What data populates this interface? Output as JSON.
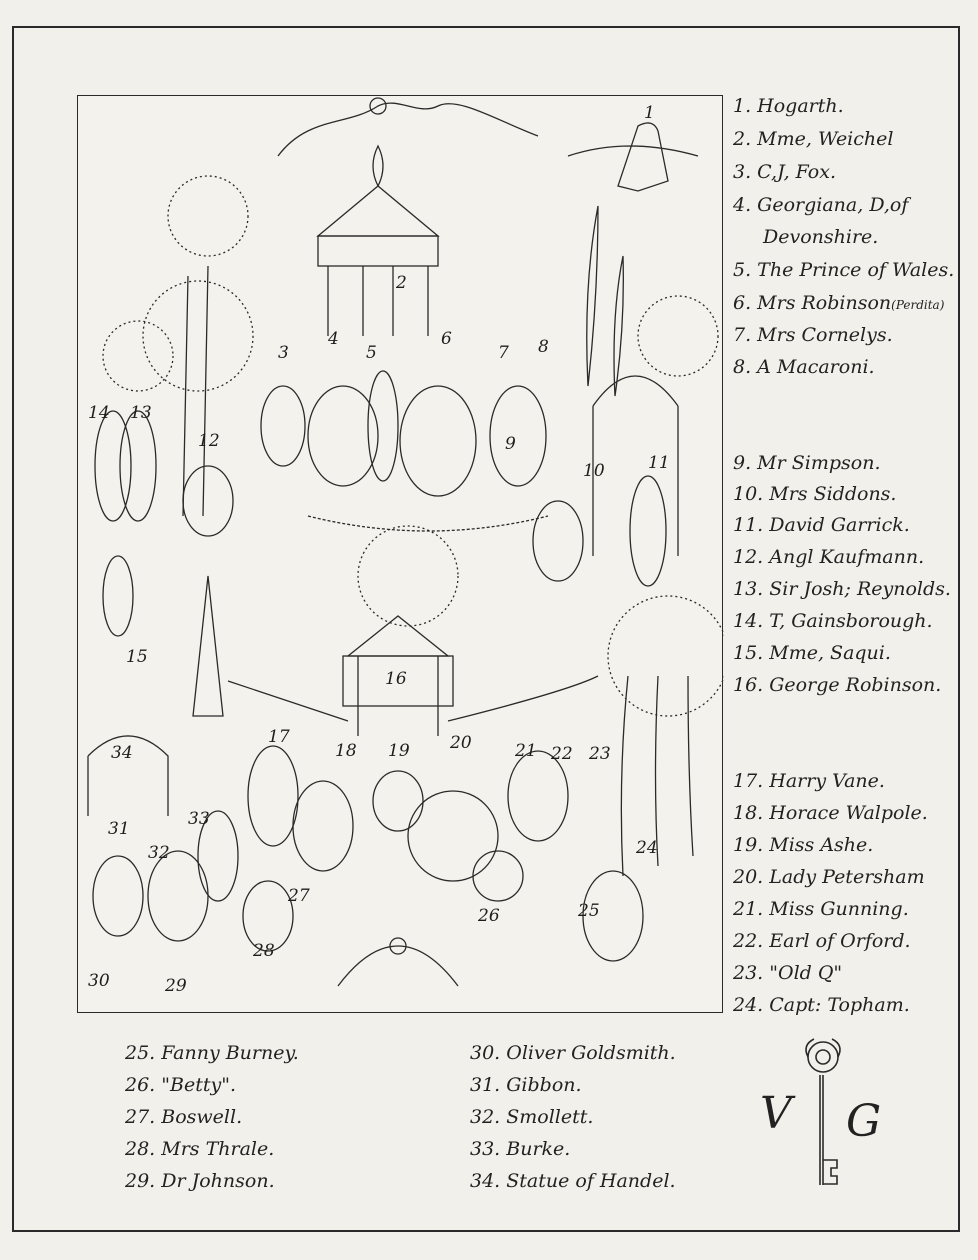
{
  "right_legend": [
    {
      "text": "1. Hogarth."
    },
    {
      "text": "2. Mme, Weichel"
    },
    {
      "text": "3. C,J, Fox."
    },
    {
      "text": "4. Georgiana, D,of"
    },
    {
      "text": "Devonshire."
    },
    {
      "text": "5. The Prince of Wales."
    },
    {
      "text": "6. Mrs Robinson",
      "note": "(Perdita)"
    },
    {
      "text": "7. Mrs Cornelys."
    },
    {
      "text": "8. A Macaroni."
    },
    {
      "text": "9. Mr Simpson."
    },
    {
      "text": "10. Mrs Siddons."
    },
    {
      "text": "11. David Garrick."
    },
    {
      "text": "12. Angl Kaufmann."
    },
    {
      "text": "13. Sir Josh; Reynolds."
    },
    {
      "text": "14. T, Gainsborough."
    },
    {
      "text": "15. Mme, Saqui."
    },
    {
      "text": "16. George Robinson."
    },
    {
      "text": "17. Harry Vane."
    },
    {
      "text": "18. Horace Walpole."
    },
    {
      "text": "19. Miss Ashe."
    },
    {
      "text": "20. Lady Petersham"
    },
    {
      "text": "21. Miss Gunning."
    },
    {
      "text": "22. Earl of Orford."
    },
    {
      "text": "23. \"Old Q\""
    },
    {
      "text": "24. Capt: Topham."
    }
  ],
  "bottom_legend_left": [
    {
      "text": "25. Fanny Burney."
    },
    {
      "text": "26. \"Betty\"."
    },
    {
      "text": "27. Boswell."
    },
    {
      "text": "28. Mrs Thrale."
    },
    {
      "text": "29. Dr Johnson."
    }
  ],
  "bottom_legend_right": [
    {
      "text": "30. Oliver Goldsmith."
    },
    {
      "text": "31. Gibbon."
    },
    {
      "text": "32. Smollett."
    },
    {
      "text": "33. Burke."
    },
    {
      "text": "34. Statue of Handel."
    }
  ],
  "monogram": {
    "left": "V",
    "right": "G"
  },
  "picture_numbers": [
    "1",
    "2",
    "3",
    "4",
    "5",
    "6",
    "7",
    "8",
    "9",
    "10",
    "11",
    "12",
    "13",
    "14",
    "15",
    "16",
    "17",
    "18",
    "19",
    "20",
    "21",
    "22",
    "23",
    "24",
    "25",
    "26",
    "27",
    "28",
    "29",
    "30",
    "31",
    "32",
    "33",
    "34"
  ],
  "colors": {
    "ink": "#222222",
    "paper": "#f2f0ea"
  }
}
